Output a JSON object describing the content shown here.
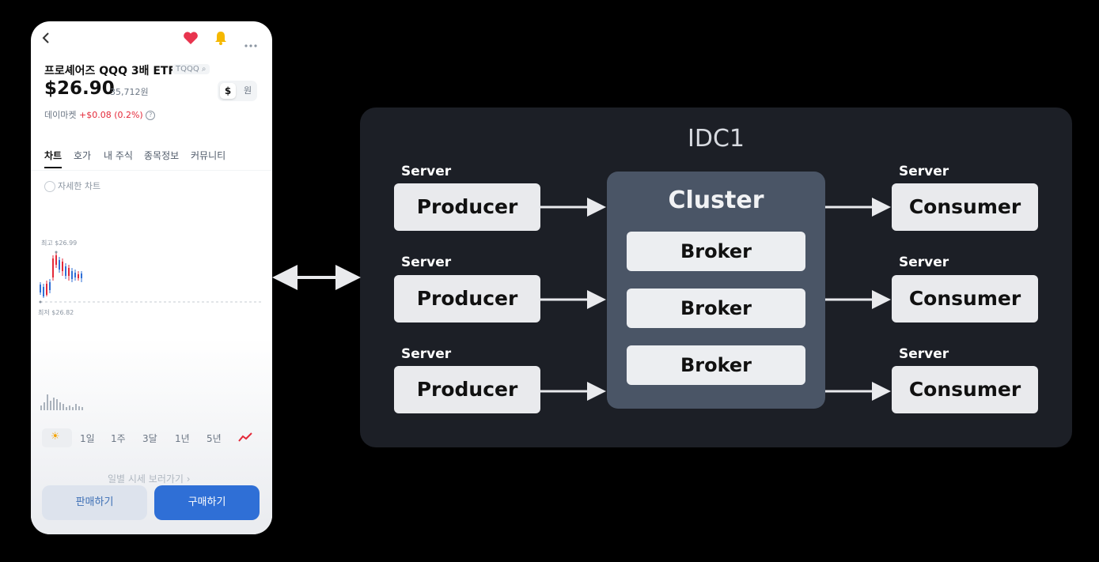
{
  "phone": {
    "title": "프로셰어즈 QQQ 3배 ETF",
    "ticker": "TQQQ",
    "price": "$26.90",
    "price_krw": "35,712원",
    "currency_toggle": {
      "usd": "$",
      "krw": "원"
    },
    "market_label": "데이마켓",
    "change": "+$0.08 (0.2%)",
    "tabs": [
      "차트",
      "호가",
      "내 주식",
      "종목정보",
      "커뮤니티"
    ],
    "detail_chart": "자세한 차트",
    "high_label": "최고 $26.99",
    "low_label": "최저 $26.82",
    "periods": [
      "1일",
      "1주",
      "3달",
      "1년",
      "5년"
    ],
    "daily_price_link": "일별 시세 보러가기",
    "sell_button": "판매하기",
    "buy_button": "구매하기",
    "icons": [
      "back-icon",
      "heart-icon",
      "bell-icon",
      "more-icon",
      "search-icon",
      "help-icon",
      "check-icon",
      "sun-icon",
      "line-chart-icon"
    ],
    "colors": {
      "up": "#e42939",
      "down": "#2f6fd6",
      "buy": "#2f6fd6"
    }
  },
  "diagram": {
    "title": "IDC1",
    "server_label": "Server",
    "producers": [
      "Producer",
      "Producer",
      "Producer"
    ],
    "cluster_title": "Cluster",
    "brokers": [
      "Broker",
      "Broker",
      "Broker"
    ],
    "consumers": [
      "Consumer",
      "Consumer",
      "Consumer"
    ]
  }
}
